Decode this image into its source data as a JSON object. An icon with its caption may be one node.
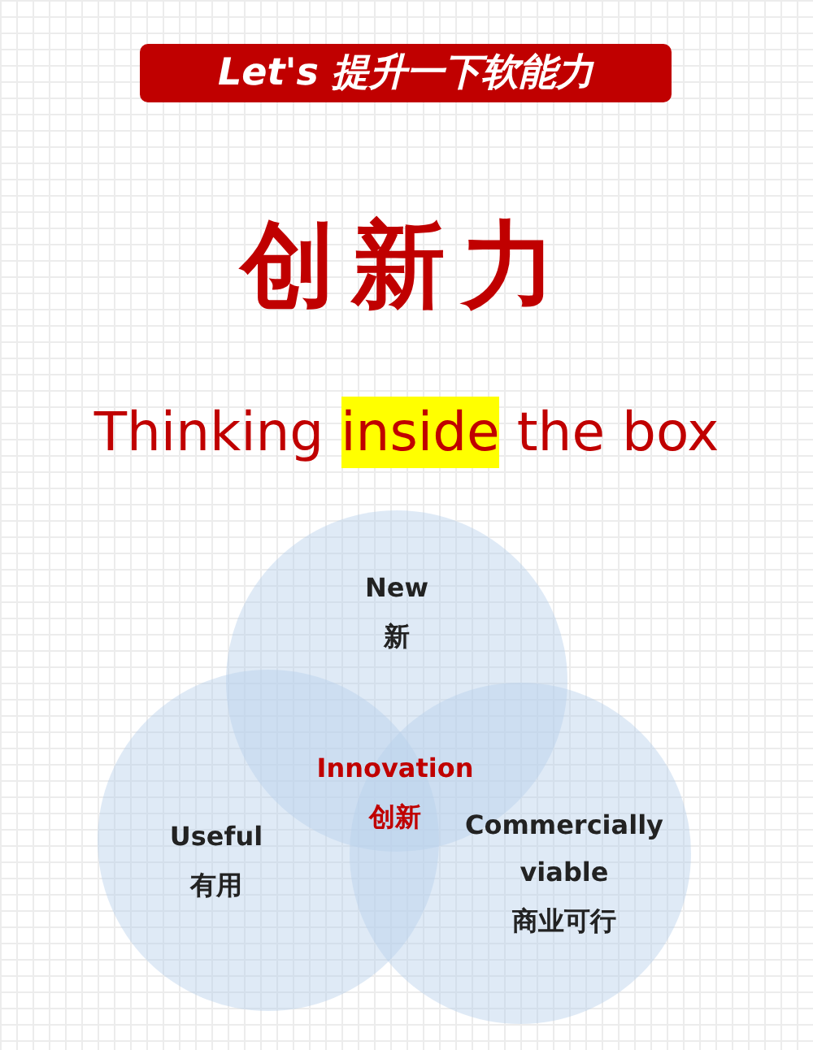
{
  "diagram": {
    "title": "创新力",
    "nodes": [
      {
        "text": [
          "Let's 提升一下软能力"
        ]
      },
      {
        "text": [
          "New",
          "新"
        ]
      },
      {
        "text": [
          "Useful",
          "有用"
        ]
      },
      {
        "text": [
          "Commercially viable",
          "商业可行"
        ]
      }
    ],
    "labels": [
      "Thinking",
      "inside",
      "the box",
      "Innovation",
      "创新"
    ]
  }
}
